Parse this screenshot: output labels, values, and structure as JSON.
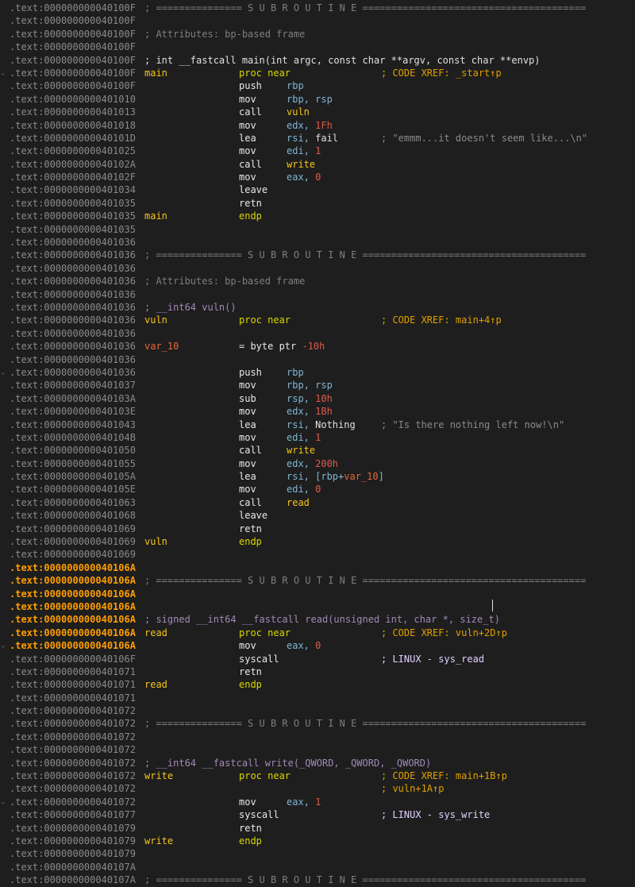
{
  "lines": [
    {
      "addr": ".text:000000000040100F",
      "header": "; =============== S U B R O U T I N E ======================================="
    },
    {
      "addr": ".text:000000000040100F"
    },
    {
      "addr": ".text:000000000040100F",
      "header": "; Attributes: bp-based frame"
    },
    {
      "addr": ".text:000000000040100F"
    },
    {
      "addr": ".text:000000000040100F",
      "proto": "; int __fastcall main(int argc, const char **argv, const char **envp)"
    },
    {
      "addr": ".text:000000000040100F",
      "fold": true,
      "label": "main",
      "mnem": "proc near",
      "kw": true,
      "comment": "; CODE XREF: _start↑p",
      "xref": true
    },
    {
      "addr": ".text:000000000040100F",
      "mnem": "push",
      "op": "rbp"
    },
    {
      "addr": ".text:0000000000401010",
      "mnem": "mov",
      "op": "rbp, rsp"
    },
    {
      "addr": ".text:0000000000401013",
      "mnem": "call",
      "op": "vuln",
      "opfn": true
    },
    {
      "addr": ".text:0000000000401018",
      "mnem": "mov",
      "op": "edx, ",
      "num": "1Fh"
    },
    {
      "addr": ".text:000000000040101D",
      "mnem": "lea",
      "op": "rsi, ",
      "strop": "fail",
      "comment": "; \"emmm...it doesn't seem like...\\n\""
    },
    {
      "addr": ".text:0000000000401025",
      "mnem": "mov",
      "op": "edi, ",
      "num": "1"
    },
    {
      "addr": ".text:000000000040102A",
      "mnem": "call",
      "op": "write",
      "opfn": true
    },
    {
      "addr": ".text:000000000040102F",
      "mnem": "mov",
      "op": "eax, ",
      "num": "0"
    },
    {
      "addr": ".text:0000000000401034",
      "mnem": "leave"
    },
    {
      "addr": ".text:0000000000401035",
      "mnem": "retn"
    },
    {
      "addr": ".text:0000000000401035",
      "label": "main",
      "mnem": "endp",
      "kw": true
    },
    {
      "addr": ".text:0000000000401035"
    },
    {
      "addr": ".text:0000000000401036"
    },
    {
      "addr": ".text:0000000000401036",
      "header": "; =============== S U B R O U T I N E ======================================="
    },
    {
      "addr": ".text:0000000000401036"
    },
    {
      "addr": ".text:0000000000401036",
      "header": "; Attributes: bp-based frame"
    },
    {
      "addr": ".text:0000000000401036"
    },
    {
      "addr": ".text:0000000000401036",
      "proto2": "; __int64 vuln()"
    },
    {
      "addr": ".text:0000000000401036",
      "label": "vuln",
      "mnem": "proc near",
      "kw": true,
      "comment": "; CODE XREF: main+4↑p",
      "xref": true
    },
    {
      "addr": ".text:0000000000401036"
    },
    {
      "addr": ".text:0000000000401036",
      "varlabel": "var_10",
      "mnem": "= byte ptr ",
      "num_inline": "-10h"
    },
    {
      "addr": ".text:0000000000401036"
    },
    {
      "addr": ".text:0000000000401036",
      "fold": true,
      "mnem": "push",
      "op": "rbp"
    },
    {
      "addr": ".text:0000000000401037",
      "mnem": "mov",
      "op": "rbp, rsp"
    },
    {
      "addr": ".text:000000000040103A",
      "mnem": "sub",
      "op": "rsp, ",
      "num": "10h"
    },
    {
      "addr": ".text:000000000040103E",
      "mnem": "mov",
      "op": "edx, ",
      "num": "1Bh"
    },
    {
      "addr": ".text:0000000000401043",
      "mnem": "lea",
      "op": "rsi, ",
      "strop": "Nothing",
      "comment": "; \"Is there nothing left now!\\n\""
    },
    {
      "addr": ".text:000000000040104B",
      "mnem": "mov",
      "op": "edi, ",
      "num": "1"
    },
    {
      "addr": ".text:0000000000401050",
      "mnem": "call",
      "op": "write",
      "opfn": true
    },
    {
      "addr": ".text:0000000000401055",
      "mnem": "mov",
      "op": "edx, ",
      "num": "200h"
    },
    {
      "addr": ".text:000000000040105A",
      "mnem": "lea",
      "op": "rsi, [rbp+",
      "opvar": "var_10",
      "optail": "]"
    },
    {
      "addr": ".text:000000000040105E",
      "mnem": "mov",
      "op": "edi, ",
      "num": "0"
    },
    {
      "addr": ".text:0000000000401063",
      "mnem": "call",
      "op": "read",
      "opfn": true
    },
    {
      "addr": ".text:0000000000401068",
      "mnem": "leave"
    },
    {
      "addr": ".text:0000000000401069",
      "mnem": "retn"
    },
    {
      "addr": ".text:0000000000401069",
      "label": "vuln",
      "mnem": "endp",
      "kw": true
    },
    {
      "addr": ".text:0000000000401069"
    },
    {
      "addr": ".text:000000000040106A",
      "hl": true
    },
    {
      "addr": ".text:000000000040106A",
      "hl": true,
      "header": "; =============== S U B R O U T I N E ======================================="
    },
    {
      "addr": ".text:000000000040106A",
      "hl": true
    },
    {
      "addr": ".text:000000000040106A",
      "hl": true
    },
    {
      "addr": ".text:000000000040106A",
      "hl": true,
      "proto2": "; signed __int64 __fastcall read(unsigned int, char *, size_t)"
    },
    {
      "addr": ".text:000000000040106A",
      "hl": true,
      "label": "read",
      "mnem": "proc near",
      "kw": true,
      "comment": "; CODE XREF: vuln+2D↑p",
      "xref": true
    },
    {
      "addr": ".text:000000000040106A",
      "hl": true,
      "fold": true,
      "mnem": "mov",
      "op": "eax, ",
      "num": "0"
    },
    {
      "addr": ".text:000000000040106F",
      "mnem": "syscall",
      "comment": "; LINUX - sys_read",
      "sys": true
    },
    {
      "addr": ".text:0000000000401071",
      "mnem": "retn"
    },
    {
      "addr": ".text:0000000000401071",
      "label": "read",
      "mnem": "endp",
      "kw": true
    },
    {
      "addr": ".text:0000000000401071"
    },
    {
      "addr": ".text:0000000000401072"
    },
    {
      "addr": ".text:0000000000401072",
      "header": "; =============== S U B R O U T I N E ======================================="
    },
    {
      "addr": ".text:0000000000401072"
    },
    {
      "addr": ".text:0000000000401072"
    },
    {
      "addr": ".text:0000000000401072",
      "proto2": "; __int64 __fastcall write(_QWORD, _QWORD, _QWORD)"
    },
    {
      "addr": ".text:0000000000401072",
      "label": "write",
      "mnem": "proc near",
      "kw": true,
      "comment": "; CODE XREF: main+1B↑p",
      "xref": true
    },
    {
      "addr": ".text:0000000000401072",
      "comment": "; vuln+1A↑p",
      "xref": true
    },
    {
      "addr": ".text:0000000000401072",
      "fold": true,
      "mnem": "mov",
      "op": "eax, ",
      "num": "1"
    },
    {
      "addr": ".text:0000000000401077",
      "mnem": "syscall",
      "comment": "; LINUX - sys_write",
      "sys": true
    },
    {
      "addr": ".text:0000000000401079",
      "mnem": "retn"
    },
    {
      "addr": ".text:0000000000401079",
      "label": "write",
      "mnem": "endp",
      "kw": true
    },
    {
      "addr": ".text:0000000000401079"
    },
    {
      "addr": ".text:000000000040107A"
    },
    {
      "addr": ".text:000000000040107A",
      "header": "; =============== S U B R O U T I N E ======================================="
    }
  ]
}
